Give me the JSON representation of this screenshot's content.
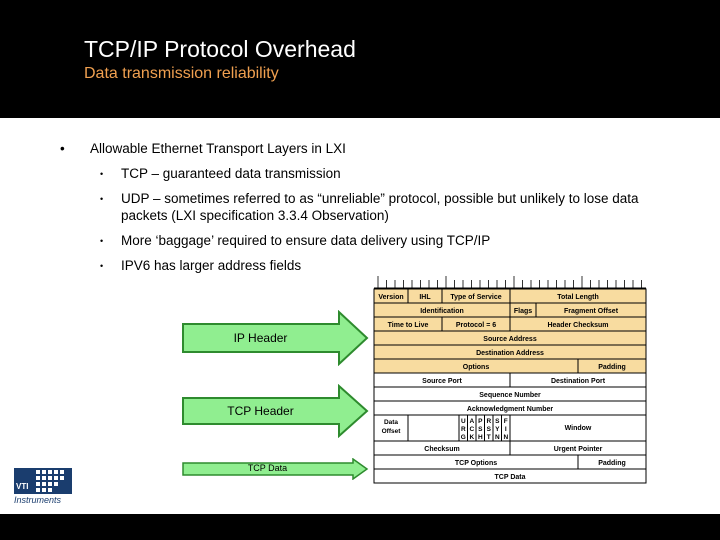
{
  "slide": {
    "title": "TCP/IP Protocol Overhead",
    "subtitle": "Data transmission reliability"
  },
  "bullets": {
    "main": "Allowable Ethernet Transport Layers in LXI",
    "sub": [
      "TCP – guaranteed data transmission",
      "UDP – sometimes referred to as “unreliable” protocol, possible but unlikely to lose data packets (LXI specification 3.3.4 Observation)",
      "More ‘baggage’ required to ensure data delivery using TCP/IP",
      "IPV6 has larger address fields"
    ]
  },
  "arrows": {
    "ip": "IP Header",
    "tcp": "TCP Header",
    "data": "TCP Data"
  },
  "diagram": {
    "ip_rows": [
      [
        "Version",
        "IHL",
        "Type of Service",
        "Total Length"
      ],
      [
        "Identification",
        "Flags",
        "Fragment Offset"
      ],
      [
        "Time to Live",
        "Protocol = 6",
        "Header Checksum"
      ],
      [
        "Source Address"
      ],
      [
        "Destination Address"
      ],
      [
        "Options",
        "Padding"
      ]
    ],
    "tcp_rows": [
      [
        "Source Port",
        "Destination Port"
      ],
      [
        "Sequence Number"
      ],
      [
        "Acknowledgment Number"
      ],
      [
        "Checksum",
        "Urgent Pointer"
      ],
      [
        "TCP Options",
        "Padding"
      ],
      [
        "TCP Data"
      ]
    ],
    "data_offset": "Data Offset",
    "window": "Window",
    "flags": [
      "URG",
      "ACK",
      "PSH",
      "RST",
      "SYN",
      "FIN"
    ]
  },
  "logo": {
    "text": "VTI",
    "word": "Instruments"
  },
  "colors": {
    "header_band": "#000000",
    "subtitle": "#f0a050",
    "ip_fill": "#f8dca0",
    "arrow_fill": "#90ee90",
    "arrow_stroke": "#2e8b2e"
  }
}
